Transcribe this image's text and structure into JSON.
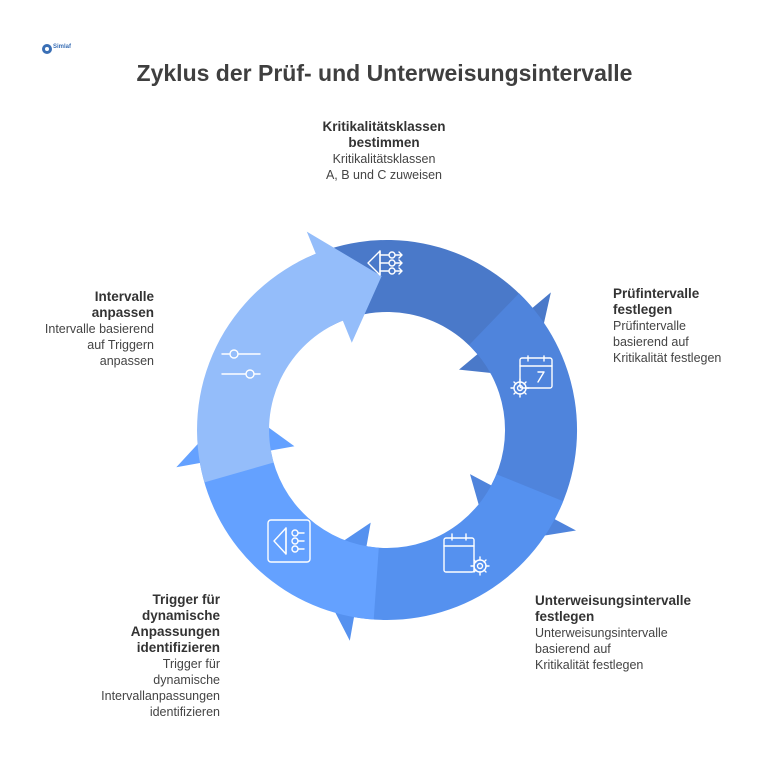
{
  "title": "Zyklus der Prüf- und Unterweisungsintervalle",
  "logo_text": "Simlaf",
  "colors": {
    "step1": "#4a79c9",
    "step2": "#4f84dc",
    "step3": "#5591ef",
    "step4": "#64a1ff",
    "step5": "#94bdfa",
    "icon_stroke": "#ffffff",
    "text": "#333333"
  },
  "steps": [
    {
      "heading": "Kritikalitätsklassen bestimmen",
      "heading_lines": [
        "Kritikalitätsklassen",
        "bestimmen"
      ],
      "desc_lines": [
        "Kritikalitätsklassen",
        "A, B und C zuweisen"
      ],
      "icon": "hierarchy-arrows-icon"
    },
    {
      "heading": "Prüfintervalle festlegen",
      "heading_lines": [
        "Prüfintervalle",
        "festlegen"
      ],
      "desc_lines": [
        "Prüfintervalle",
        "basierend auf",
        "Kritikalität festlegen"
      ],
      "icon": "calendar-gear-icon"
    },
    {
      "heading": "Unterweisungsintervalle festlegen",
      "heading_lines": [
        "Unterweisungsintervalle",
        "festlegen"
      ],
      "desc_lines": [
        "Unterweisungsintervalle",
        "basierend auf",
        "Kritikalität festlegen"
      ],
      "icon": "calendar-settings-icon"
    },
    {
      "heading": "Trigger für dynamische Anpassungen identifizieren",
      "heading_lines": [
        "Trigger für",
        "dynamische",
        "Anpassungen",
        "identifizieren"
      ],
      "desc_lines": [
        "Trigger für",
        "dynamische",
        "Intervallanpassungen",
        "identifizieren"
      ],
      "icon": "trigger-flow-icon"
    },
    {
      "heading": "Intervalle anpassen",
      "heading_lines": [
        "Intervalle",
        "anpassen"
      ],
      "desc_lines": [
        "Intervalle basierend",
        "auf Triggern",
        "anpassen"
      ],
      "icon": "slider-adjust-icon"
    }
  ]
}
